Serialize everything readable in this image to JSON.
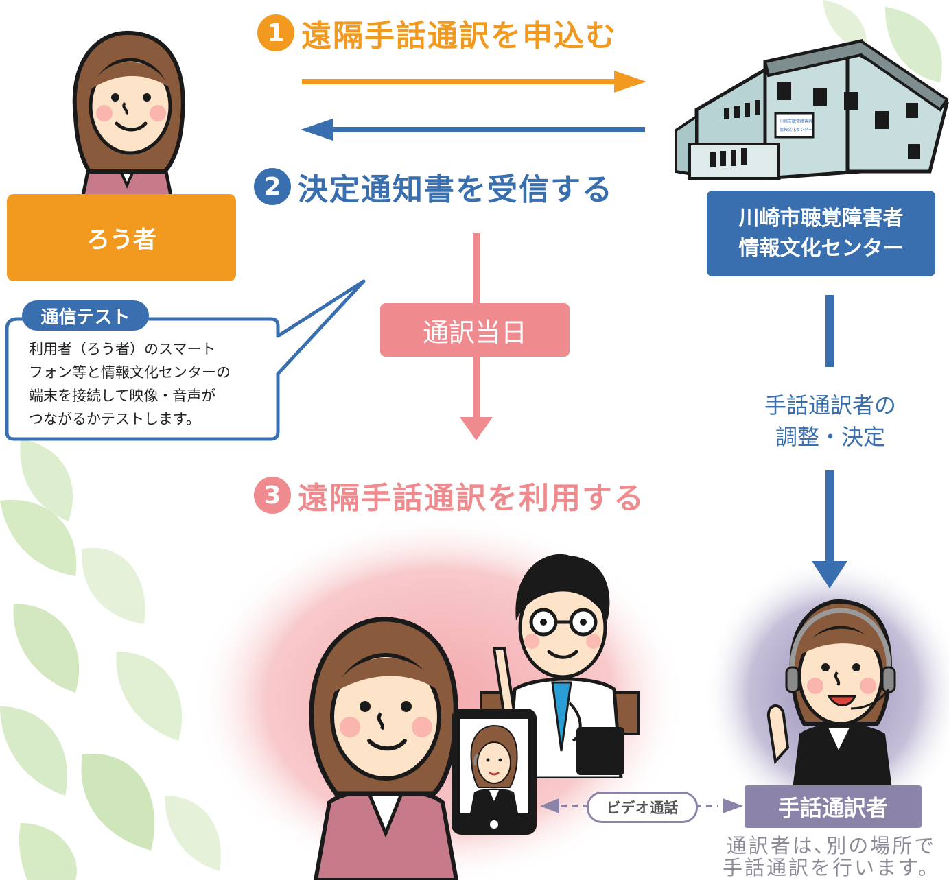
{
  "colors": {
    "orange": "#f29a1f",
    "blue": "#3a6faf",
    "pink": "#ef8a8e",
    "purple": "#8b84a8",
    "gray_text": "#8c8c98"
  },
  "steps": [
    {
      "number": "1",
      "label": "遠隔手話通訳を申込む"
    },
    {
      "number": "2",
      "label": "決定通知書を受信する"
    },
    {
      "number": "3",
      "label": "遠隔手話通訳を利用する"
    }
  ],
  "deaf_person": {
    "label": "ろう者"
  },
  "center": {
    "line1": "川崎市聴覚障害者",
    "line2": "情報文化センター",
    "sign_line1": "川崎市聴覚障害者",
    "sign_line2": "情報文化センター"
  },
  "test_callout": {
    "title": "通信テスト",
    "lines": [
      "利用者（ろう者）のスマート",
      "フォン等と情報文化センターの",
      "端末を接続して映像・音声が",
      "つながるかテストします。"
    ]
  },
  "day_label": "通訳当日",
  "coordination": {
    "line1": "手話通訳者の",
    "line2": "調整・決定"
  },
  "video_call_label": "ビデオ通話",
  "interpreter": {
    "label": "手話通訳者",
    "note_line1": "通訳者は､別の場所で",
    "note_line2": "手話通訳を行います。"
  }
}
